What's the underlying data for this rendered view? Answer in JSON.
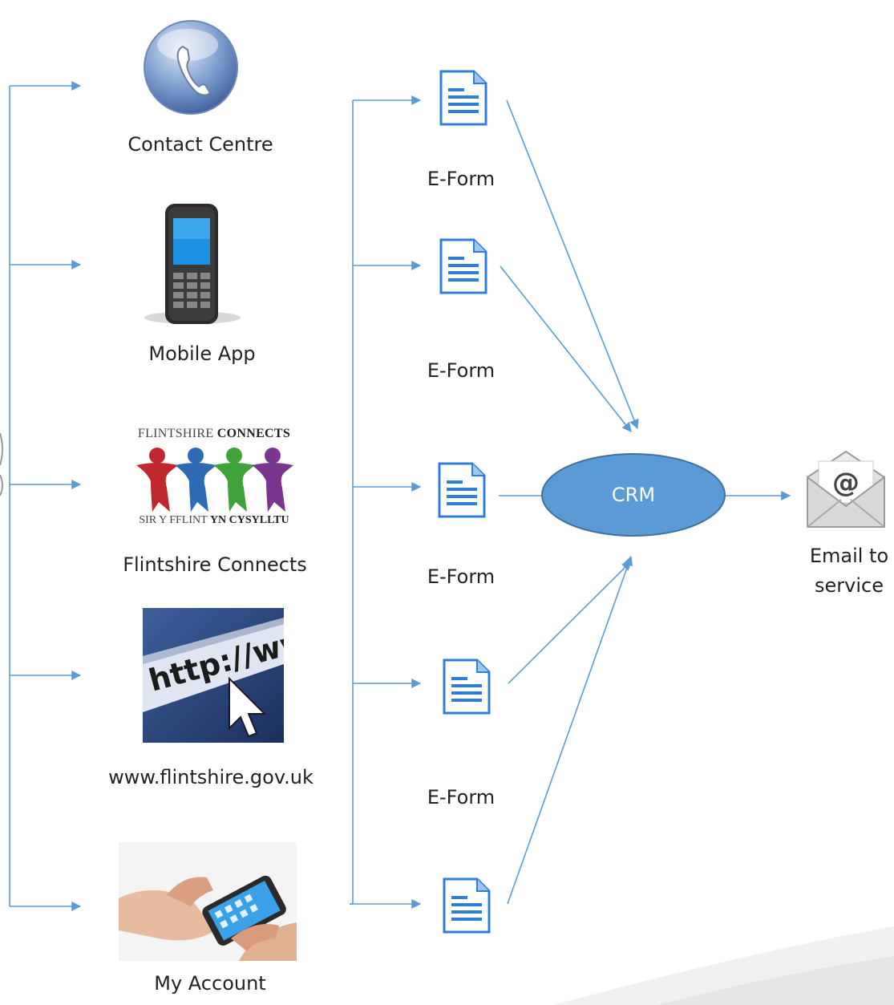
{
  "channels": [
    {
      "label": "Contact Centre",
      "icon": "telephone-icon"
    },
    {
      "label": "Mobile App",
      "icon": "mobile-phone-icon"
    },
    {
      "label": "Flintshire Connects",
      "icon": "flintshire-connects-logo"
    },
    {
      "label": "www.flintshire.gov.uk",
      "icon": "web-browser-http-icon"
    },
    {
      "label": "My Account",
      "icon": "smartphone-in-hands-photo"
    }
  ],
  "logo": {
    "top_light": "FLINTSHIRE ",
    "top_bold": "CONNECTS",
    "bottom_light": "SIR Y FFLINT ",
    "bottom_bold": "YN CYSYLLTU"
  },
  "web_image_text": "http://www",
  "eforms": {
    "labels": [
      "E-Form",
      "E-Form",
      "E-Form",
      "E-Form"
    ],
    "icon": "document-icon"
  },
  "crm": {
    "label": "CRM",
    "color": "#5B9BD5"
  },
  "output": {
    "line1": "Email to",
    "line2": "service",
    "icon": "email-envelope-icon"
  },
  "colors": {
    "connector": "#5B9BD5",
    "crm_fill": "#5B9BD5",
    "doc_blue": "#2E7BD6"
  }
}
